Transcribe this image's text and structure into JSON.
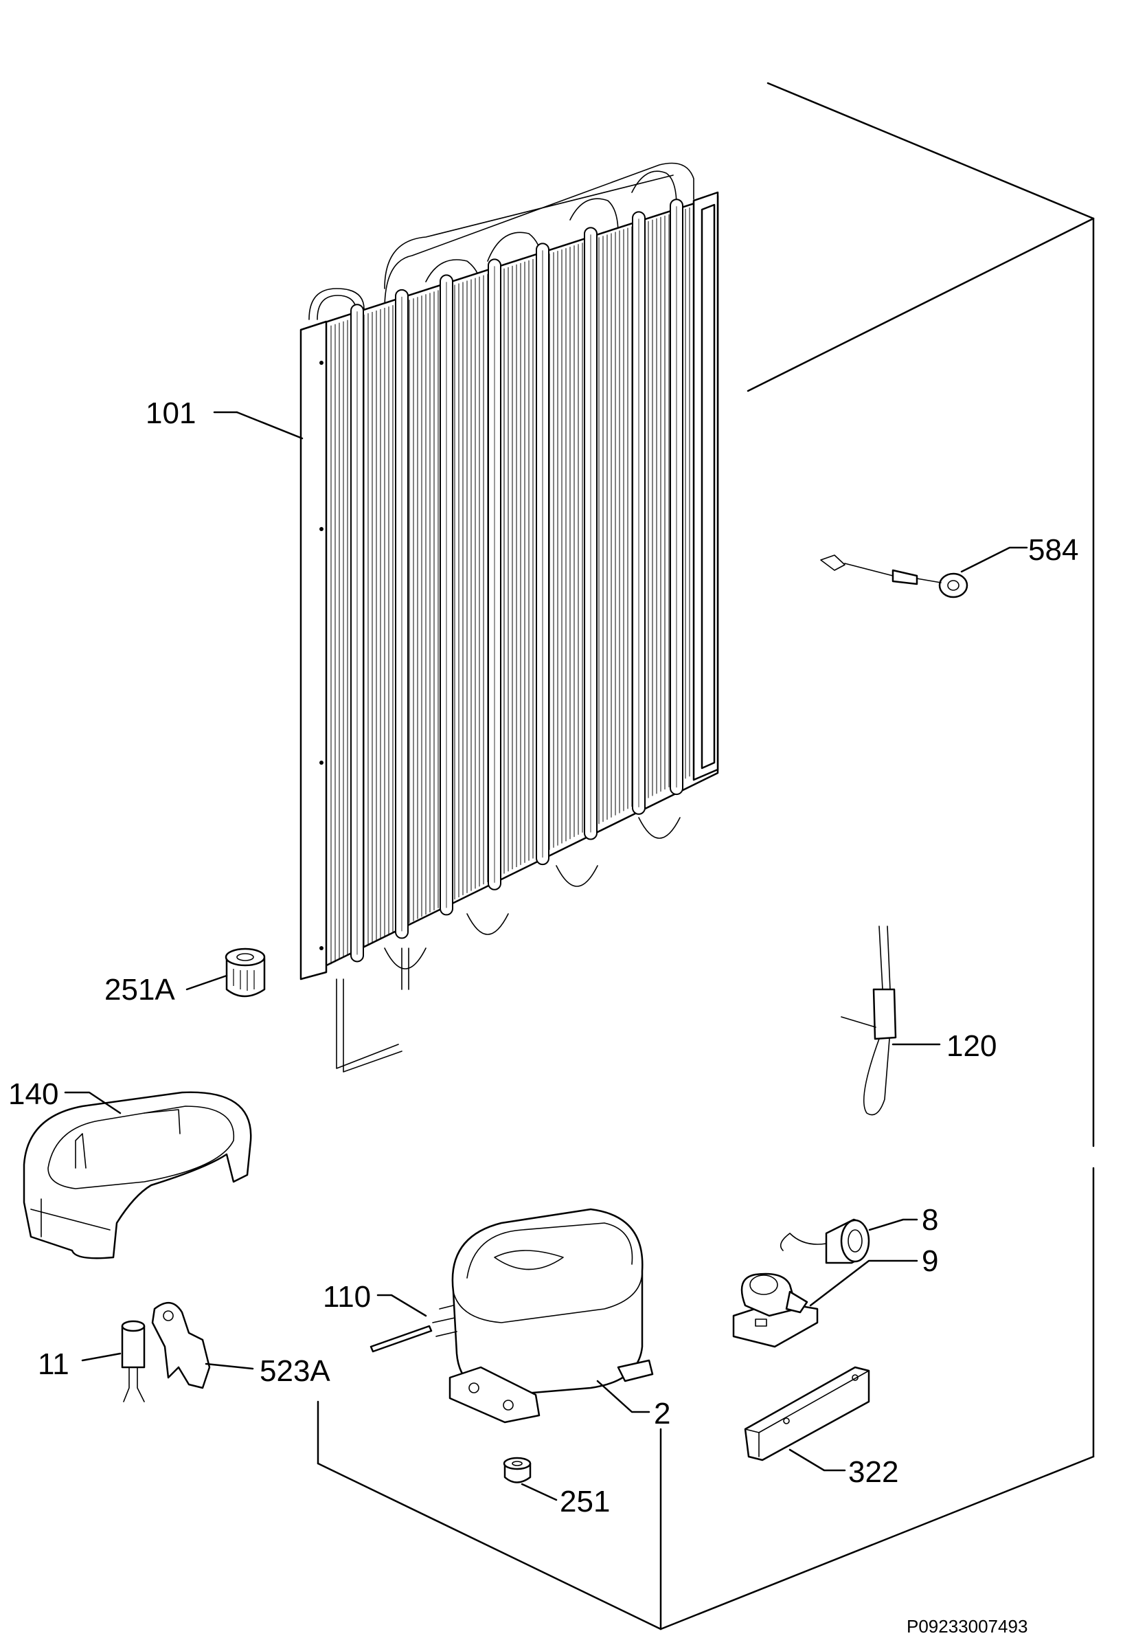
{
  "diagram": {
    "reference_code": "P09233007493",
    "parts": [
      {
        "key": "p101",
        "label": "101",
        "icon": "condenser-icon"
      },
      {
        "key": "p584",
        "label": "584",
        "icon": "sensor-cable-icon"
      },
      {
        "key": "p251A",
        "label": "251A",
        "icon": "rubber-grommet-icon"
      },
      {
        "key": "p120",
        "label": "120",
        "icon": "thermostat-probe-icon"
      },
      {
        "key": "p140",
        "label": "140",
        "icon": "drip-tray-icon"
      },
      {
        "key": "p8",
        "label": "8",
        "icon": "relay-cap-icon"
      },
      {
        "key": "p9",
        "label": "9",
        "icon": "starter-relay-icon"
      },
      {
        "key": "p110",
        "label": "110",
        "icon": "tube-icon"
      },
      {
        "key": "p11",
        "label": "11",
        "icon": "capacitor-icon"
      },
      {
        "key": "p523A",
        "label": "523A",
        "icon": "clamp-icon"
      },
      {
        "key": "p2",
        "label": "2",
        "icon": "compressor-icon"
      },
      {
        "key": "p322",
        "label": "322",
        "icon": "mounting-bracket-icon"
      },
      {
        "key": "p251",
        "label": "251",
        "icon": "compressor-foot-icon"
      }
    ]
  }
}
